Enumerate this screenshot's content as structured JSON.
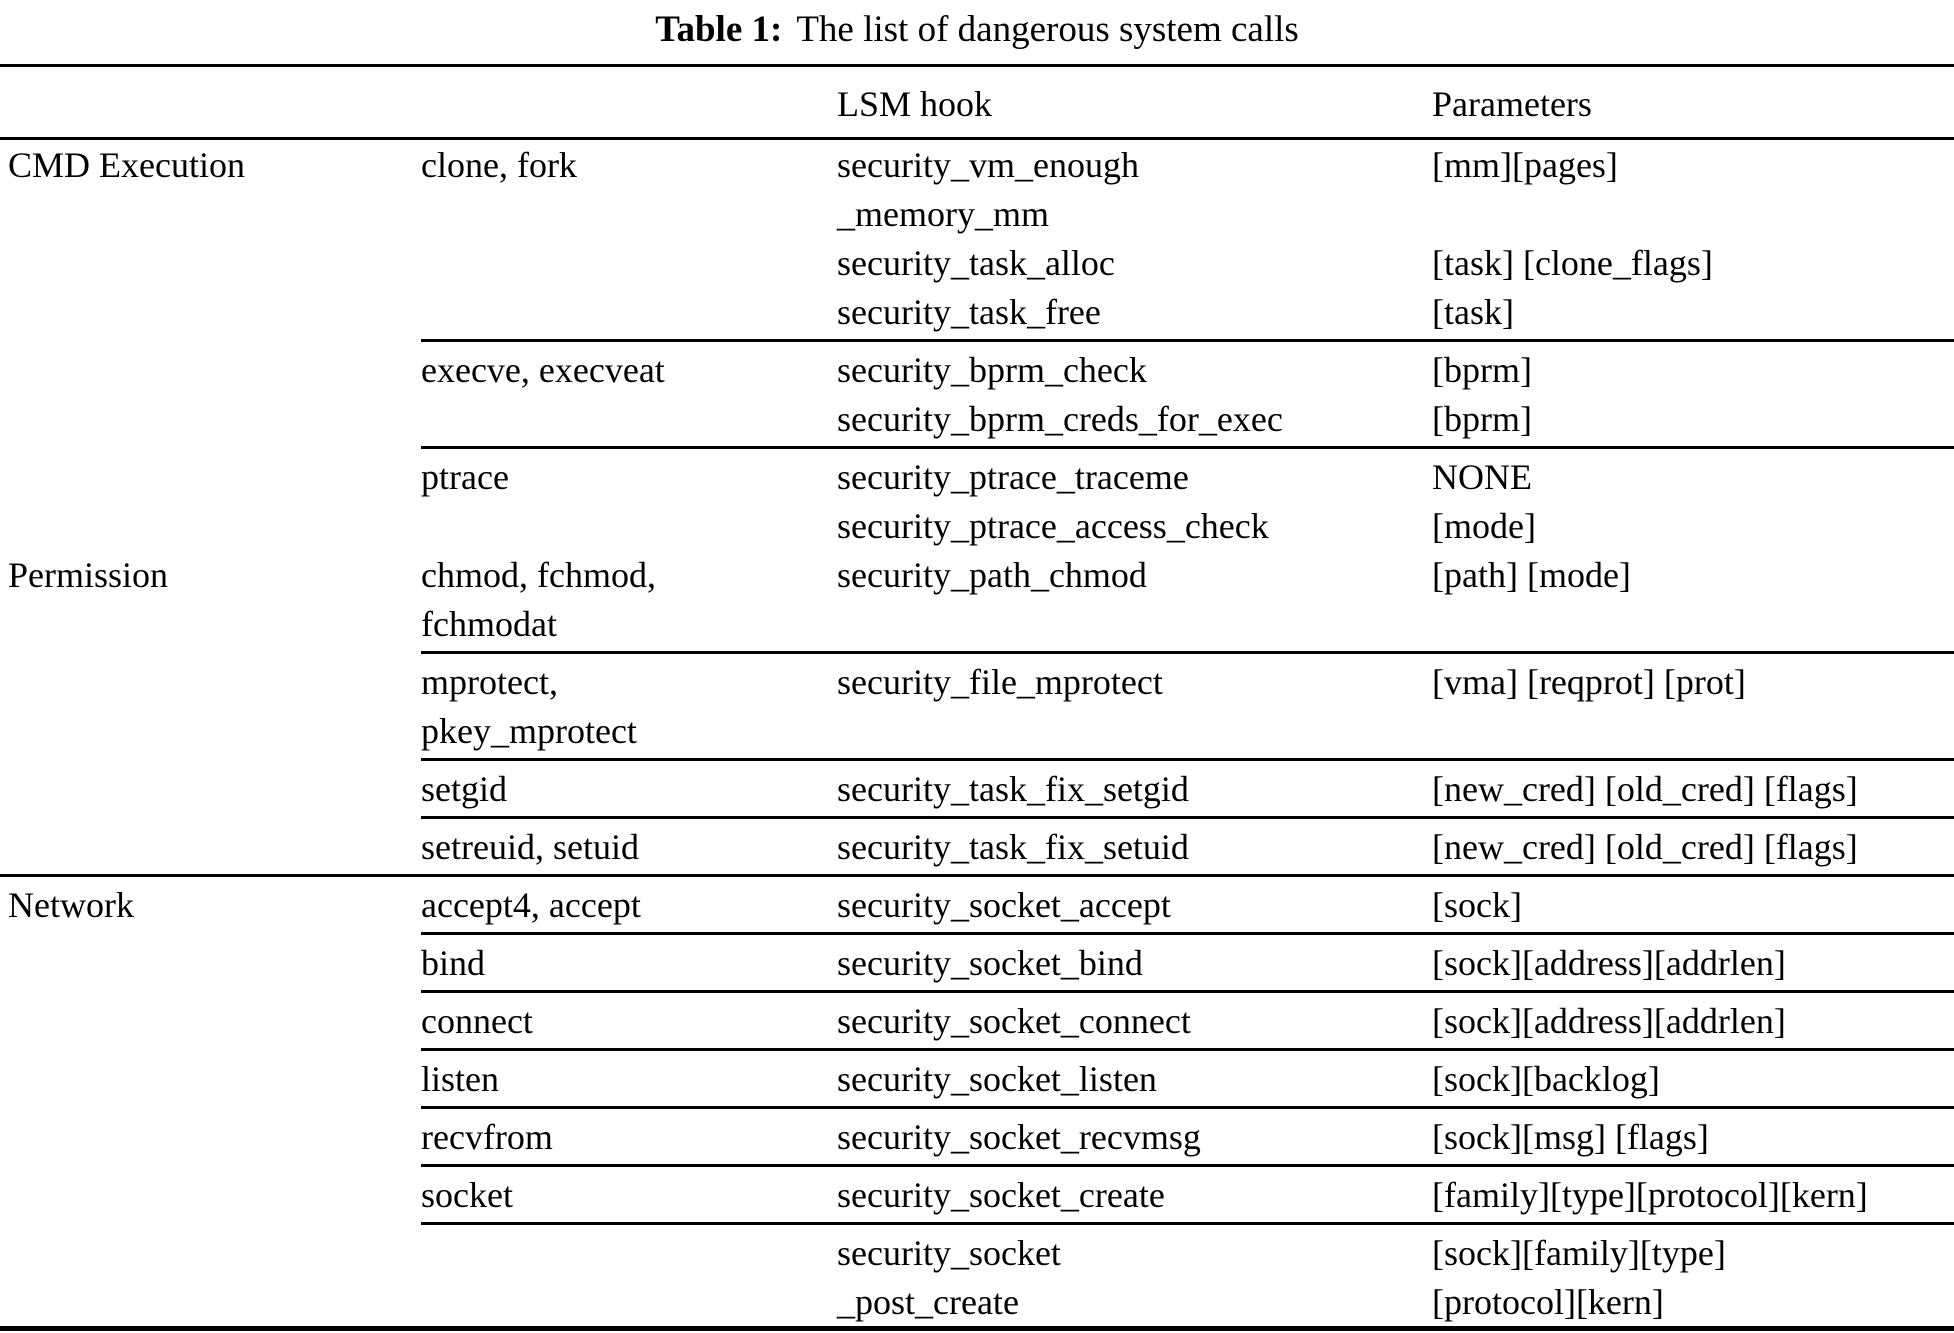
{
  "caption": {
    "label": "Table 1:",
    "text": "The list of dangerous system calls"
  },
  "headers": {
    "lsm_hook": "LSM hook",
    "parameters": "Parameters"
  },
  "lines": [
    {
      "category": "CMD Execution",
      "syscall": "clone, fork",
      "hook": "security_vm_enough",
      "params": "[mm][pages]"
    },
    {
      "hook": "_memory_mm"
    },
    {
      "hook": "security_task_alloc",
      "params": "[task] [clone_flags]"
    },
    {
      "hook": "security_task_free",
      "params": "[task]"
    },
    {
      "syscall": "execve, execveat",
      "hook": "security_bprm_check",
      "params": "[bprm]"
    },
    {
      "hook": "security_bprm_creds_for_exec",
      "params": "[bprm]"
    },
    {
      "syscall": "ptrace",
      "hook": "security_ptrace_traceme",
      "params": "NONE"
    },
    {
      "hook": "security_ptrace_access_check",
      "params": "[mode]"
    },
    {
      "category": "Permission",
      "syscall": "chmod, fchmod,",
      "hook": "security_path_chmod",
      "params": "[path] [mode]"
    },
    {
      "syscall": "fchmodat"
    },
    {
      "syscall": "mprotect,",
      "hook": "security_file_mprotect",
      "params": "[vma] [reqprot] [prot]"
    },
    {
      "syscall": "pkey_mprotect"
    },
    {
      "syscall": "setgid",
      "hook": "security_task_fix_setgid",
      "params": "[new_cred] [old_cred] [flags]"
    },
    {
      "syscall": "setreuid, setuid",
      "hook": "security_task_fix_setuid",
      "params": "[new_cred] [old_cred] [flags]"
    },
    {
      "category": "Network",
      "syscall": "accept4, accept",
      "hook": "security_socket_accept",
      "params": "[sock]"
    },
    {
      "syscall": "bind",
      "hook": "security_socket_bind",
      "params": "[sock][address][addrlen]"
    },
    {
      "syscall": "connect",
      "hook": "security_socket_connect",
      "params": "[sock][address][addrlen]"
    },
    {
      "syscall": "listen",
      "hook": "security_socket_listen",
      "params": "[sock][backlog]"
    },
    {
      "syscall": "recvfrom",
      "hook": "security_socket_recvmsg",
      "params": "[sock][msg] [flags]"
    },
    {
      "syscall": "socket",
      "hook": "security_socket_create",
      "params": "[family][type][protocol][kern]"
    },
    {
      "hook": "security_socket",
      "params": "[sock][family][type]"
    },
    {
      "hook": "_post_create",
      "params": "[protocol][kern]"
    }
  ],
  "colors": {
    "text": "#000000",
    "background": "#ffffff",
    "rule": "#000000"
  }
}
